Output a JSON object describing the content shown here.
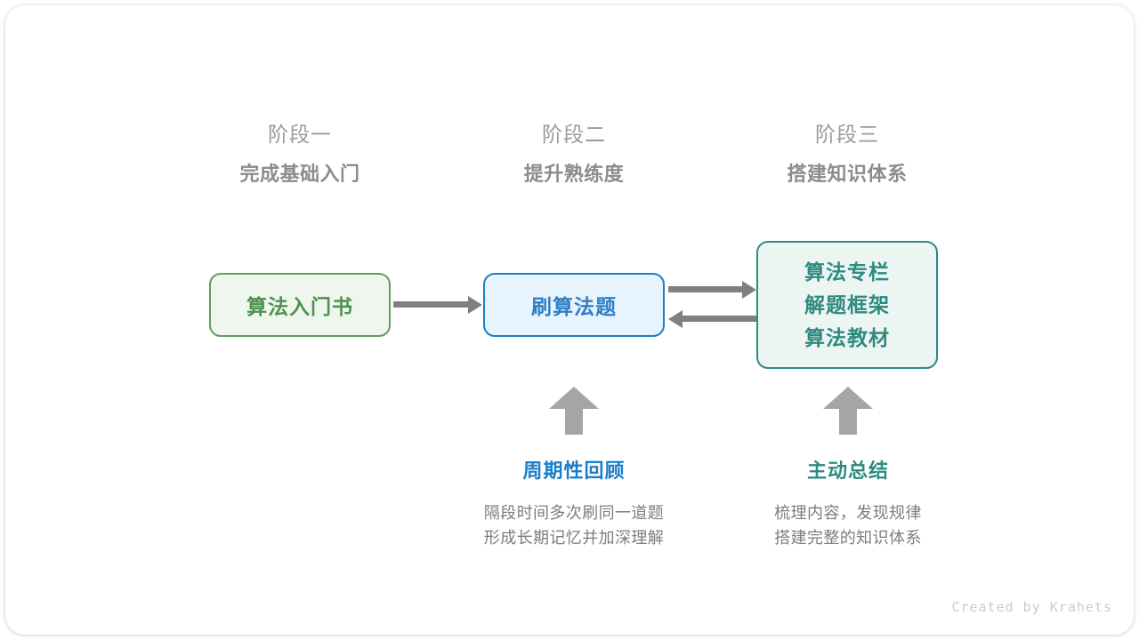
{
  "stages": [
    {
      "number": "阶段一",
      "title": "完成基础入门"
    },
    {
      "number": "阶段二",
      "title": "提升熟练度"
    },
    {
      "number": "阶段三",
      "title": "搭建知识体系"
    }
  ],
  "boxes": [
    {
      "label": "算法入门书",
      "color": "#4d9150",
      "border": "#5f9e5c",
      "fill": "#eef6ed"
    },
    {
      "label": "刷算法题",
      "color": "#2f7fc4",
      "border": "#1a7fc8",
      "fill": "#e8f4fd"
    },
    {
      "lines": [
        "算法专栏",
        "解题框架",
        "算法教材"
      ],
      "color": "#2e8b7f",
      "border": "#2e8b85",
      "fill": "#edf5f3"
    }
  ],
  "notes": [
    {
      "title": "周期性回顾",
      "title_color": "#1a7fc8",
      "desc_line1": "隔段时间多次刷同一道题",
      "desc_line2": "形成长期记忆并加深理解"
    },
    {
      "title": "主动总结",
      "title_color": "#2e8b7f",
      "desc_line1": "梳理内容，发现规律",
      "desc_line2": "搭建完整的知识体系"
    }
  ],
  "arrow_color": "#808080",
  "up_arrow_color": "#a5a5a5",
  "footer": {
    "credit": "Created by Krahets"
  }
}
